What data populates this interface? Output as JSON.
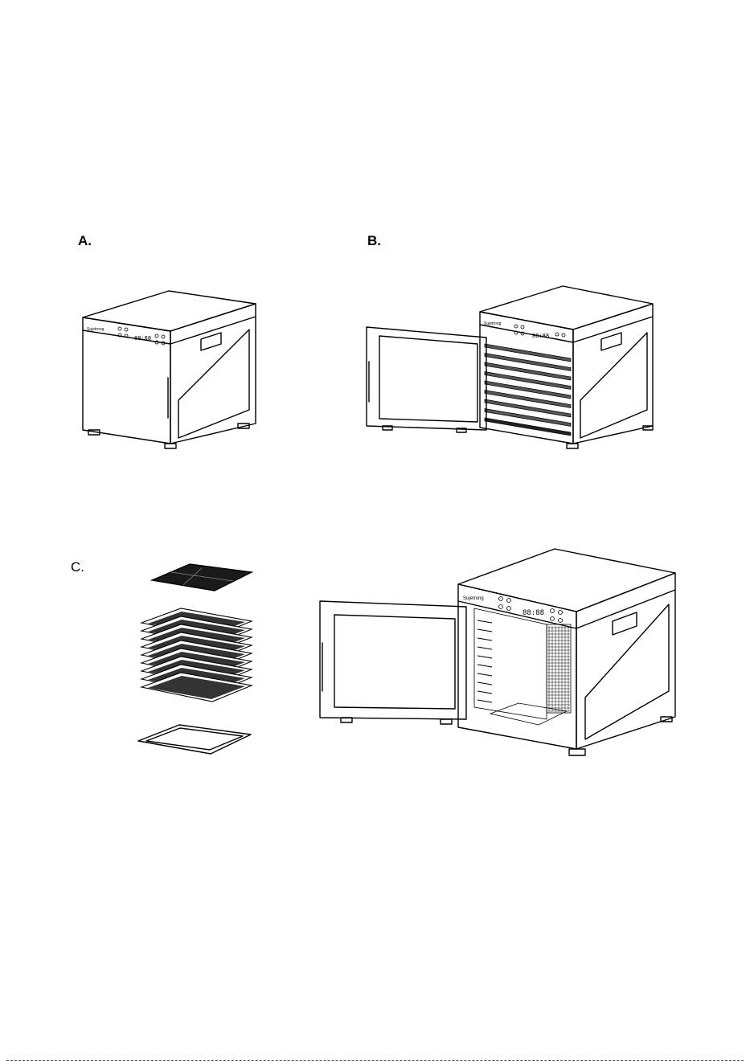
{
  "figure": {
    "labels": {
      "a": "A.",
      "b": "B.",
      "c": "C."
    },
    "brand_text": "Sujetrong",
    "display_text": "88:88",
    "tray_count": 9
  }
}
